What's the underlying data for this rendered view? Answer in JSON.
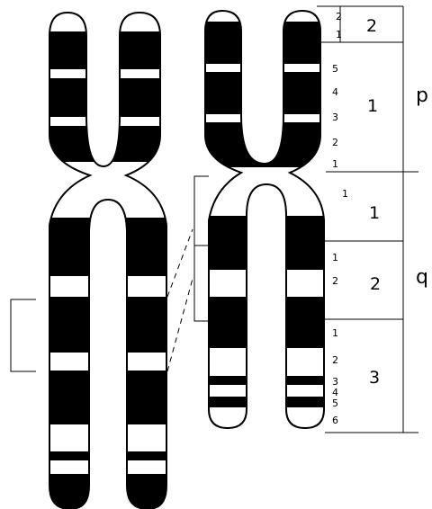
{
  "arm_labels": {
    "p": "p",
    "q": "q"
  },
  "p_arm": {
    "region_2": {
      "label": "2",
      "bands": [
        "2",
        "1"
      ]
    },
    "region_1": {
      "label": "1",
      "bands": [
        "5",
        "4",
        "3",
        "2",
        "1"
      ]
    }
  },
  "q_arm": {
    "region_1": {
      "label": "1",
      "bands": [
        "1"
      ]
    },
    "region_2": {
      "label": "2",
      "bands": [
        "1",
        "2"
      ]
    },
    "region_3": {
      "label": "3",
      "bands": [
        "1",
        "2",
        "3",
        "4",
        "5",
        "6"
      ]
    }
  }
}
